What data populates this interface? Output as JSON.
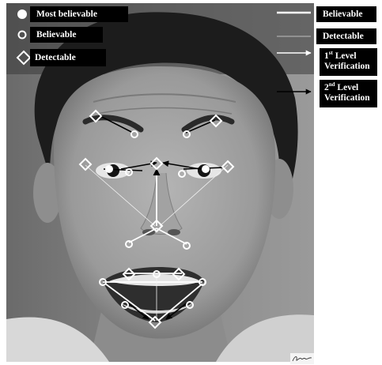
{
  "legend_left": {
    "most_believable": "Most believable",
    "believable": "Believable",
    "detectable": "Detectable"
  },
  "legend_right": {
    "believable": "Believable",
    "detectable": "Detectable",
    "first_level": {
      "num": "1",
      "sup": "st",
      "rest": " Level",
      "line2": "Verification"
    },
    "second_level": {
      "num": "2",
      "sup": "nd",
      "rest": " Level",
      "line2": "Verification"
    }
  },
  "colors": {
    "label_bg": "#000000",
    "label_text": "#ffffff",
    "marker": "#ffffff",
    "edge_2nd_level": "#000000"
  },
  "markers": {
    "most_believable": "filled-circle",
    "believable": "hollow-circle",
    "detectable": "hollow-diamond"
  }
}
